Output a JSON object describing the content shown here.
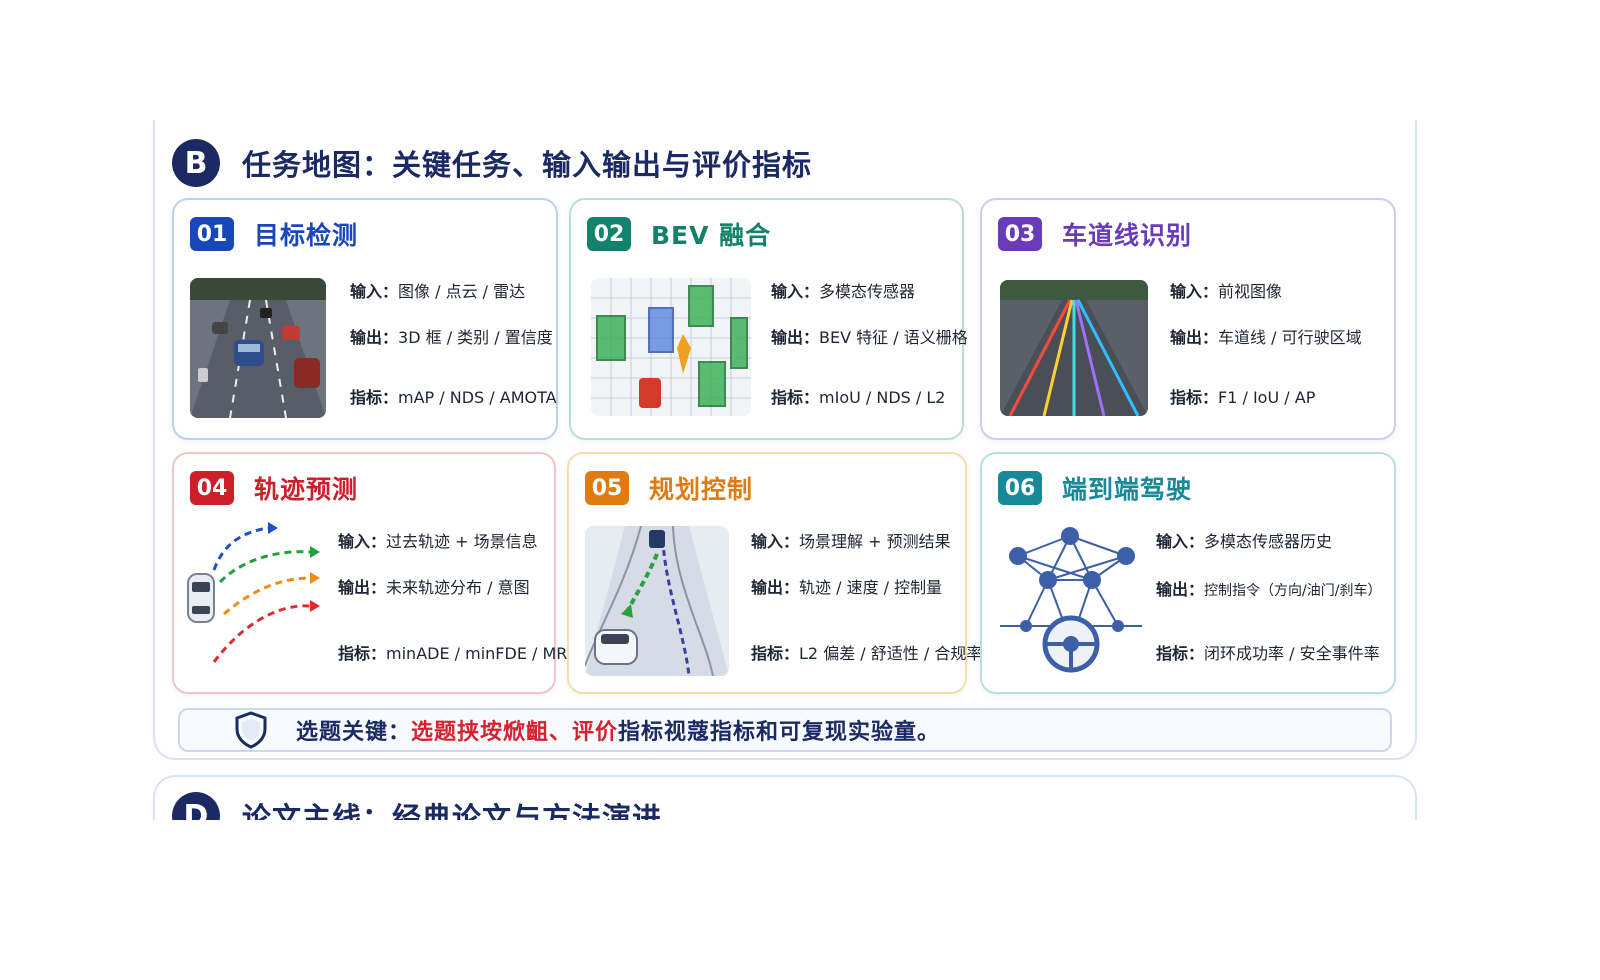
{
  "section_b": {
    "letter": "B",
    "title": "任务地图：关键任务、输入输出与评价指标"
  },
  "cards": [
    {
      "num": "01",
      "title": "目标检测",
      "color": "#1848b8",
      "input": "图像 / 点云 / 雷达",
      "output": "3D 框 / 类别 / 置信度",
      "metric": "mAP / NDS / AMOTA"
    },
    {
      "num": "02",
      "title": "BEV 融合",
      "color": "#12836a",
      "input": "多模态传感器",
      "output": "BEV 特征 / 语义栅格",
      "metric": "mIoU / NDS / L2"
    },
    {
      "num": "03",
      "title": "车道线识别",
      "color": "#6a3bb8",
      "input": "前视图像",
      "output": "车道线 / 可行驶区域",
      "metric": "F1 / IoU / AP"
    },
    {
      "num": "04",
      "title": "轨迹预测",
      "color": "#cc1f2a",
      "input": "过去轨迹 + 场景信息",
      "output": "未来轨迹分布 / 意图",
      "metric": "minADE / minFDE / MR"
    },
    {
      "num": "05",
      "title": "规划控制",
      "color": "#e07b12",
      "input": "场景理解 + 预测结果",
      "output": "轨迹 / 速度 / 控制量",
      "metric": "L2 偏差 / 舒适性 / 合规率"
    },
    {
      "num": "06",
      "title": "端到端驾驶",
      "color": "#16899a",
      "input": "多模态传感器历史",
      "output": "控制指令（方向/油门/刹车）",
      "metric": "闭环成功率 / 安全事件率"
    }
  ],
  "labels": {
    "input": "输入：",
    "output": "输出：",
    "metric": "指标："
  },
  "footer": {
    "lead": "选题关键：",
    "red": "选题挟垵焮齟、评价",
    "blue": "指标视蔻指标和可复现实验童。"
  },
  "section_d": {
    "letter": "D",
    "title": "论文主线：经典论文与方法演进"
  },
  "colors": {
    "navy": "#1c2a63",
    "border": "#c9d8ee",
    "red_text": "#d4232f",
    "blue_text": "#1c2a63"
  }
}
